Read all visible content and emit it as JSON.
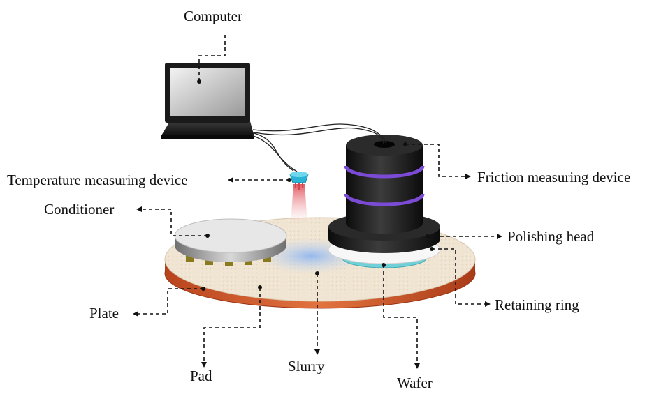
{
  "labels": {
    "computer": "Computer",
    "temperature": "Temperature measuring device",
    "friction": "Friction measuring device",
    "conditioner": "Conditioner",
    "polishing_head": "Polishing head",
    "retaining_ring": "Retaining ring",
    "plate": "Plate",
    "pad": "Pad",
    "slurry": "Slurry",
    "wafer": "Wafer"
  },
  "colors": {
    "plate": "#c8532a",
    "pad": "#f1e6d6",
    "slurry": "#9fc3f0",
    "head": "#1c1c1c",
    "coil": "#7b4bd6",
    "sensor": "#2bb3d6",
    "laser": "#e76b6b",
    "conditioner": "#c9c9c9",
    "retaining_ring": "#e9e9e9",
    "wafer": "#7fd6dc",
    "leader": "#111111"
  }
}
